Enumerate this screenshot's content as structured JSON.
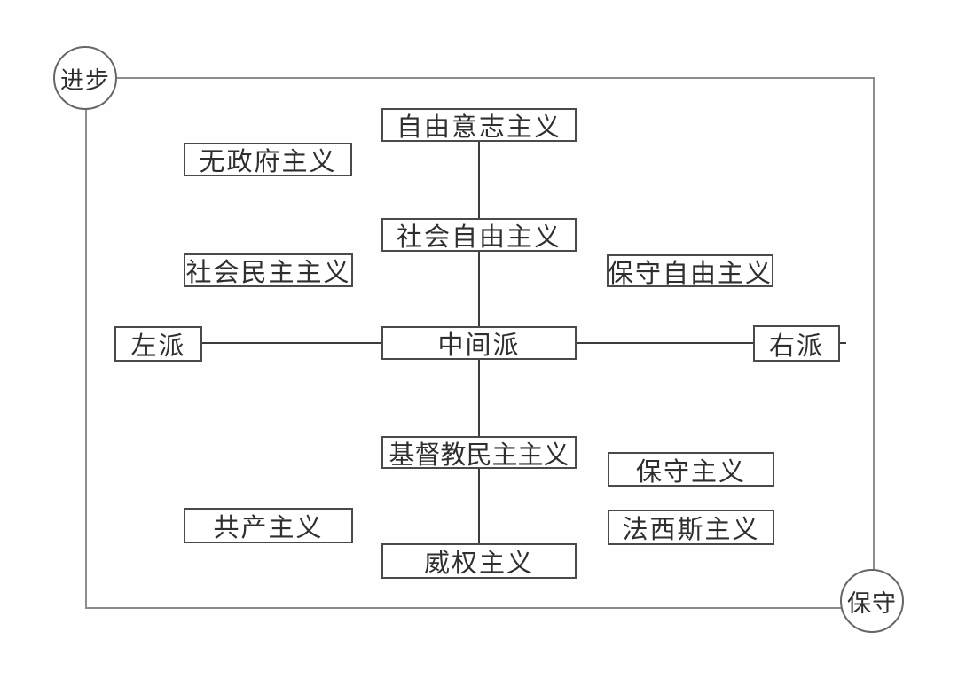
{
  "diagram": {
    "title": "political-spectrum-diagram",
    "colors": {
      "background": "#ffffff",
      "frame": "#8c8c8c",
      "box_border": "#4a4a4a",
      "line": "#3c3c3c",
      "ink": "#2f2f2f"
    },
    "poles": {
      "progressive": {
        "label": "进步"
      },
      "conservative": {
        "label": "保守"
      }
    },
    "nodes": [
      {
        "id": "libertarianism",
        "label": "自由意志主义"
      },
      {
        "id": "anarchism",
        "label": "无政府主义"
      },
      {
        "id": "social-liberalism",
        "label": "社会自由主义"
      },
      {
        "id": "social-democracy",
        "label": "社会民主主义"
      },
      {
        "id": "conservative-liberalism",
        "label": "保守自由主义"
      },
      {
        "id": "left-wing",
        "label": "左派"
      },
      {
        "id": "centrism",
        "label": "中间派"
      },
      {
        "id": "right-wing",
        "label": "右派"
      },
      {
        "id": "christian-democracy",
        "label": "基督教民主主义"
      },
      {
        "id": "conservatism",
        "label": "保守主义"
      },
      {
        "id": "communism",
        "label": "共产主义"
      },
      {
        "id": "fascism",
        "label": "法西斯主义"
      },
      {
        "id": "authoritarianism",
        "label": "威权主义"
      }
    ],
    "edges": [
      {
        "from": "libertarianism",
        "to": "social-liberalism"
      },
      {
        "from": "social-liberalism",
        "to": "centrism"
      },
      {
        "from": "centrism",
        "to": "christian-democracy"
      },
      {
        "from": "christian-democracy",
        "to": "authoritarianism"
      },
      {
        "from": "left-wing",
        "to": "centrism"
      },
      {
        "from": "centrism",
        "to": "right-wing"
      }
    ]
  }
}
